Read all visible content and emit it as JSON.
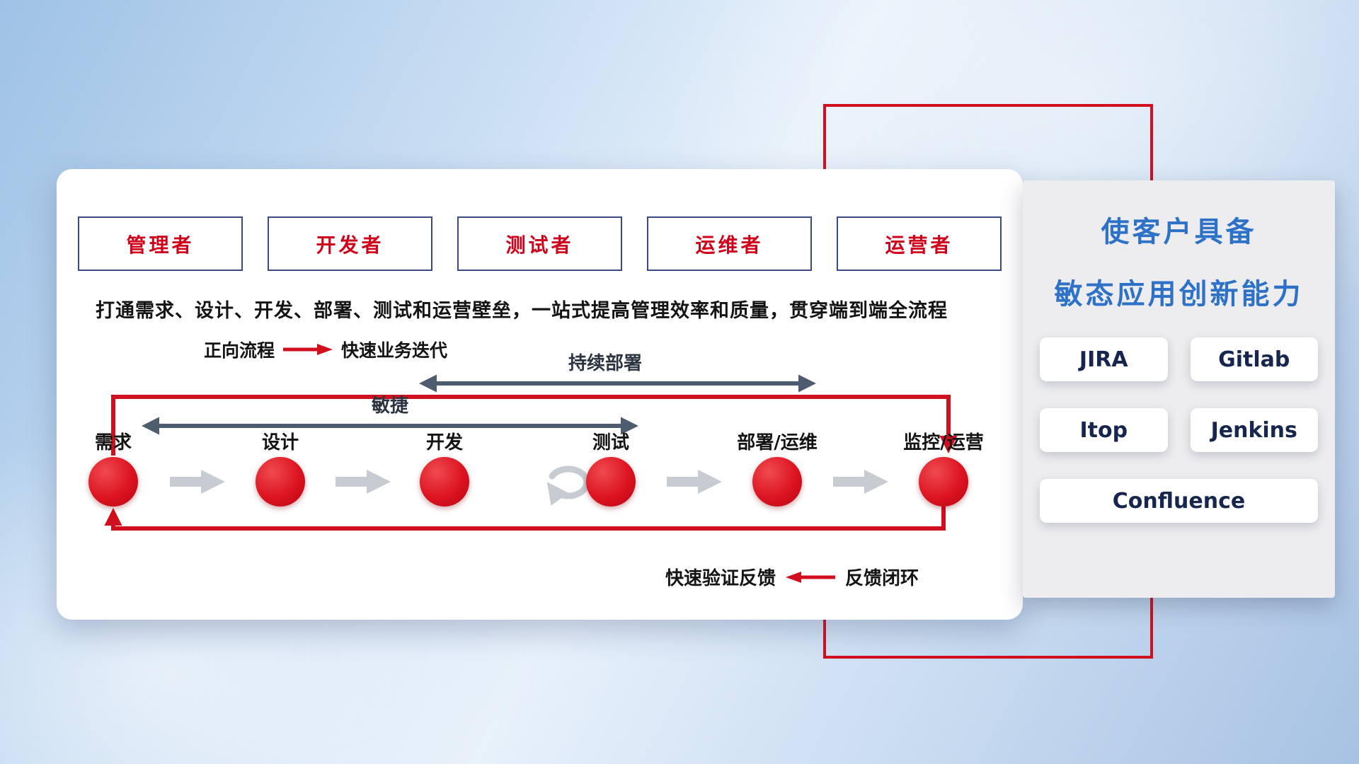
{
  "card": {
    "roles": [
      "管理者",
      "开发者",
      "测试者",
      "运维者",
      "运营者"
    ],
    "description": "打通需求、设计、开发、部署、测试和运营壁垒，一站式提高管理效率和质量，贯穿端到端全流程",
    "forward_legend": {
      "label": "正向流程",
      "value": "快速业务迭代"
    },
    "deploy_arrow_label": "持续部署",
    "agile_arrow_label": "敏捷",
    "nodes": [
      "需求",
      "设计",
      "开发",
      "测试",
      "部署/运维",
      "监控/运营"
    ],
    "feedback_legend": {
      "label": "快速验证反馈",
      "value": "反馈闭环"
    }
  },
  "panel": {
    "title_line1": "使客户具备",
    "title_line2": "敏态应用创新能力",
    "tools": [
      "JIRA",
      "Gitlab",
      "Itop",
      "Jenkins",
      "Confluence"
    ]
  },
  "colors": {
    "accent_red": "#d1101f",
    "slate_arrow": "#4d5c6e",
    "flow_gray": "#c7ccd3",
    "title_blue": "#2e72c8",
    "role_text_red": "#d0021b",
    "role_border_blue": "#3c4a84"
  }
}
